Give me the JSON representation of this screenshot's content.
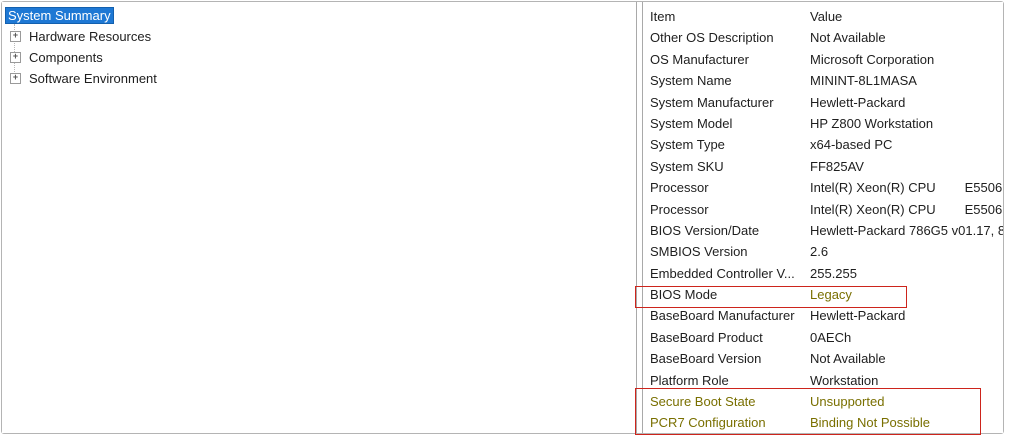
{
  "tree": {
    "items": [
      {
        "label": "System Summary",
        "selected": true,
        "has_expander": false
      },
      {
        "label": "Hardware Resources",
        "selected": false,
        "has_expander": true
      },
      {
        "label": "Components",
        "selected": false,
        "has_expander": true
      },
      {
        "label": "Software Environment",
        "selected": false,
        "has_expander": true
      }
    ],
    "expander_glyph": "+"
  },
  "list": {
    "columns": {
      "item": "Item",
      "value": "Value"
    },
    "rows": [
      {
        "item": "Other OS Description",
        "value": "Not Available"
      },
      {
        "item": "OS Manufacturer",
        "value": "Microsoft Corporation"
      },
      {
        "item": "System Name",
        "value": "MININT-8L1MASA"
      },
      {
        "item": "System Manufacturer",
        "value": "Hewlett-Packard"
      },
      {
        "item": "System Model",
        "value": "HP Z800 Workstation"
      },
      {
        "item": "System Type",
        "value": "x64-based PC"
      },
      {
        "item": "System SKU",
        "value": "FF825AV"
      },
      {
        "item": "Processor",
        "value": "Intel(R) Xeon(R) CPU        E5506"
      },
      {
        "item": "Processor",
        "value": "Intel(R) Xeon(R) CPU        E5506"
      },
      {
        "item": "BIOS Version/Date",
        "value": "Hewlett-Packard 786G5 v01.17, 8/"
      },
      {
        "item": "SMBIOS Version",
        "value": "2.6"
      },
      {
        "item": "Embedded Controller V...",
        "value": "255.255"
      },
      {
        "item": "BIOS Mode",
        "value": "Legacy",
        "value_highlighted": true,
        "annotated": true
      },
      {
        "item": "BaseBoard Manufacturer",
        "value": "Hewlett-Packard"
      },
      {
        "item": "BaseBoard Product",
        "value": "0AECh"
      },
      {
        "item": "BaseBoard Version",
        "value": "Not Available"
      },
      {
        "item": "Platform Role",
        "value": "Workstation"
      },
      {
        "item": "Secure Boot State",
        "value": "Unsupported",
        "row_highlighted": true,
        "annotated": true
      },
      {
        "item": "PCR7 Configuration",
        "value": "Binding Not Possible",
        "row_highlighted": true,
        "annotated": true
      }
    ]
  },
  "colors": {
    "selection_bg": "#1e78d4",
    "selection_border": "#1360ae",
    "annotation_red": "#cd241c",
    "highlight_text": "#796f00",
    "window_border": "#b4b4b4",
    "pane_divider": "#a9a9a9",
    "text": "#1e1e1e"
  }
}
